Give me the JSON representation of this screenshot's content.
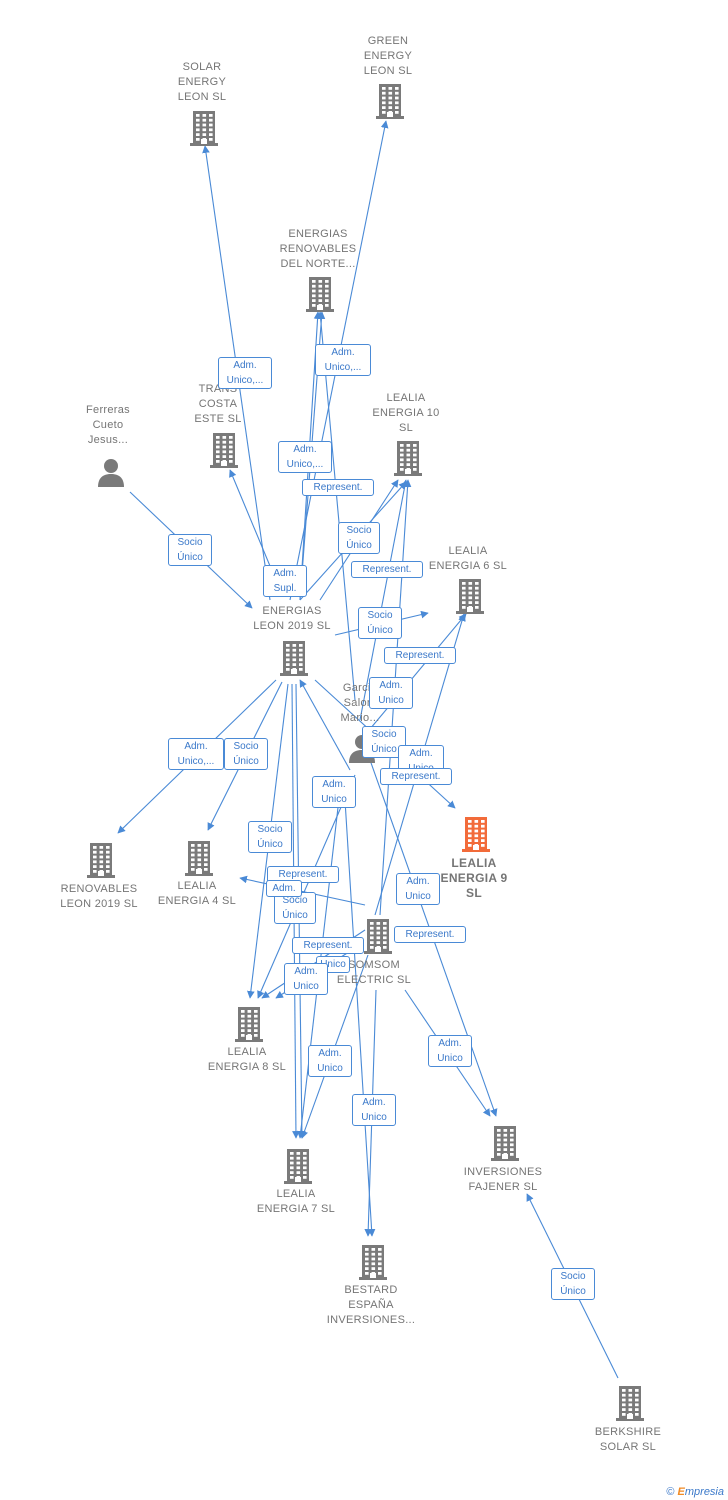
{
  "colors": {
    "edge": "#4a8ad6",
    "node": "#7a7a7a",
    "focus": "#f26b3a",
    "text": "#757575"
  },
  "nodes": [
    {
      "id": "solar",
      "label": "SOLAR\nENERGY\nLEON  SL",
      "type": "company"
    },
    {
      "id": "green",
      "label": "GREEN\nENERGY\nLEON  SL",
      "type": "company"
    },
    {
      "id": "norte",
      "label": "ENERGIAS\nRENOVABLES\nDEL NORTE...",
      "type": "company"
    },
    {
      "id": "trans",
      "label": "TRANS\nCOSTA\nESTE SL",
      "type": "company"
    },
    {
      "id": "ferreras",
      "label": "Ferreras\nCueto\nJesus...",
      "type": "person"
    },
    {
      "id": "l10",
      "label": "LEALIA\nENERGIA 10\nSL",
      "type": "company"
    },
    {
      "id": "l6",
      "label": "LEALIA\nENERGIA 6  SL",
      "type": "company"
    },
    {
      "id": "el2019",
      "label": "ENERGIAS\nLEON 2019  SL",
      "type": "company"
    },
    {
      "id": "garcia",
      "label": "Garcia\nSalom\nMario...",
      "type": "person"
    },
    {
      "id": "l9",
      "label": "LEALIA\nENERGIA 9\nSL",
      "type": "focus"
    },
    {
      "id": "ren2019",
      "label": "RENOVABLES\nLEON 2019  SL",
      "type": "company"
    },
    {
      "id": "l4",
      "label": "LEALIA\nENERGIA 4  SL",
      "type": "company"
    },
    {
      "id": "somsom",
      "label": "SOMSOM\nELECTRIC  SL",
      "type": "company"
    },
    {
      "id": "l8",
      "label": "LEALIA\nENERGIA 8  SL",
      "type": "company"
    },
    {
      "id": "l7",
      "label": "LEALIA\nENERGIA 7  SL",
      "type": "company"
    },
    {
      "id": "fajener",
      "label": "INVERSIONES\nFAJENER  SL",
      "type": "company"
    },
    {
      "id": "bestard",
      "label": "BESTARD\nESPAÑA\nINVERSIONES...",
      "type": "company"
    },
    {
      "id": "berkshire",
      "label": "BERKSHIRE\nSOLAR  SL",
      "type": "company"
    }
  ],
  "badges": [
    "Adm.\nUnico,...",
    "Adm.\nUnico,...",
    "Adm.\nUnico,...",
    "Represent.",
    "Socio\nÚnico",
    "Socio\nÚnico",
    "Adm.\nSupl.",
    "Represent.",
    "Socio\nÚnico",
    "Represent.",
    "Adm.\nUnico",
    "Socio\nÚnico",
    "Adm.\nUnico",
    "Represent.",
    "Adm.\nUnico,...",
    "Socio\nÚnico",
    "Adm.\nUnico",
    "Socio\nÚnico",
    "Represent.",
    "Adm.\nUnico",
    "Socio\nÚnico",
    "Adm.",
    "Represent.",
    "Represent.",
    "Unico",
    "Adm.\nUnico",
    "Adm.\nUnico",
    "Adm.\nUnico",
    "Adm.\nUnico",
    "Socio\nÚnico"
  ],
  "footer": {
    "copyright": "©",
    "brand_e": "E",
    "brand_rest": "mpresia"
  }
}
